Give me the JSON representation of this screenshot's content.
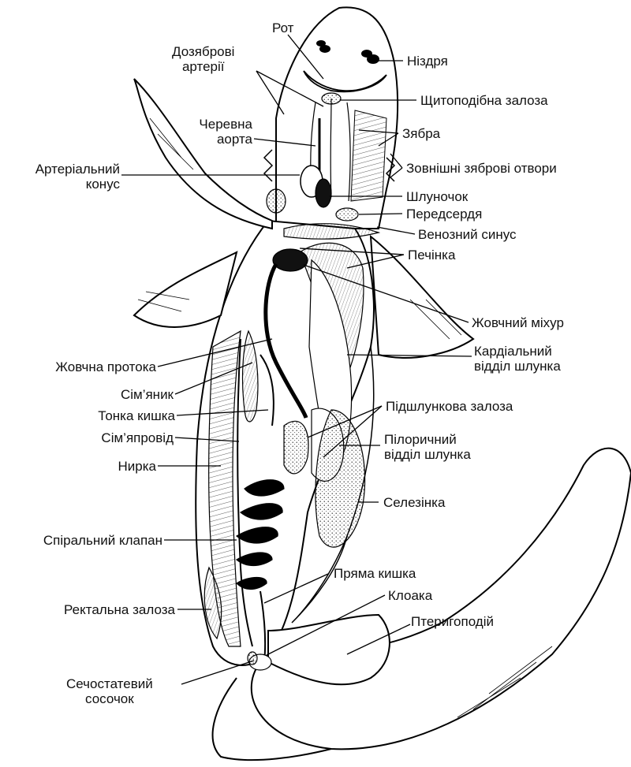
{
  "labels": {
    "rot": "Рот",
    "dozabrovi": [
      "Дозяброві",
      "артерії"
    ],
    "nizdria": "Ніздря",
    "shchytopodibna": "Щитоподібна залоза",
    "cherevna_aorta": [
      "Черевна",
      "аорта"
    ],
    "zabra": "Зябра",
    "zovnishni": "Зовнішні зяброві отвори",
    "arterialnyi_konus": [
      "Артеріальний",
      "конус"
    ],
    "shlunochok": "Шлуночок",
    "peredserdia": "Передсердя",
    "venoznyi_synus": "Венозний синус",
    "pechinka": "Печінка",
    "zhovchnyi_mikhur": "Жовчний міхур",
    "kardialnyi": [
      "Кардіальний",
      "відділ шлунка"
    ],
    "zhovchna_protoka": "Жовчна протока",
    "simianyk": "Сім’яник",
    "tonka_kyshka": "Тонка кишка",
    "pidshlunkova": "Підшлункова залоза",
    "simiaprovid": "Сім’япровід",
    "pilorychnyi": [
      "Пілоричний",
      "відділ шлунка"
    ],
    "nyrka": "Нирка",
    "selezinka": "Селезінка",
    "spiralnyi_klapan": "Спіральний клапан",
    "priama_kyshka": "Пряма кишка",
    "kloaka": "Клоака",
    "pteryhopodii": "Птеригоподій",
    "rektalna_zaloza": "Ректальна залоза",
    "sechostatevyi": [
      "Сечостатевий",
      "сосочок"
    ]
  }
}
